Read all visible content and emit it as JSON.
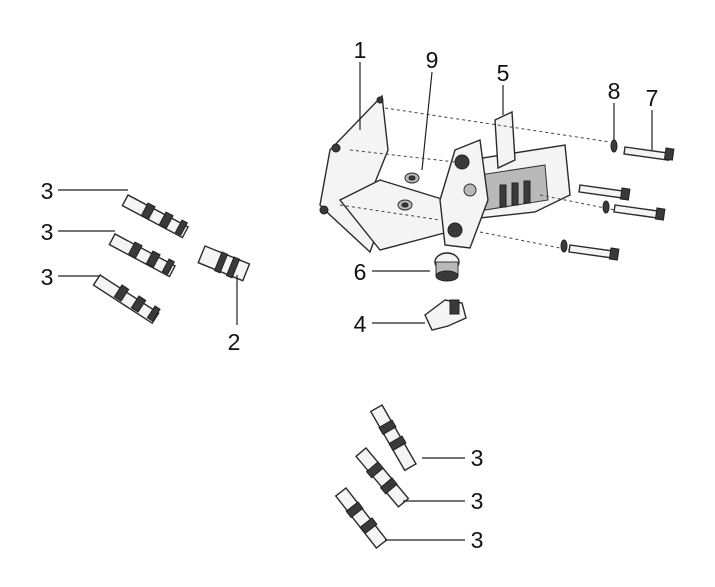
{
  "callouts": {
    "c1": "1",
    "c2": "2",
    "c3": "3",
    "c4": "4",
    "c5": "5",
    "c6": "6",
    "c7": "7",
    "c8": "8",
    "c9": "9"
  },
  "colors": {
    "line": "#222222",
    "part_fill": "#f4f4f4",
    "shade": "#3a3a3a"
  }
}
